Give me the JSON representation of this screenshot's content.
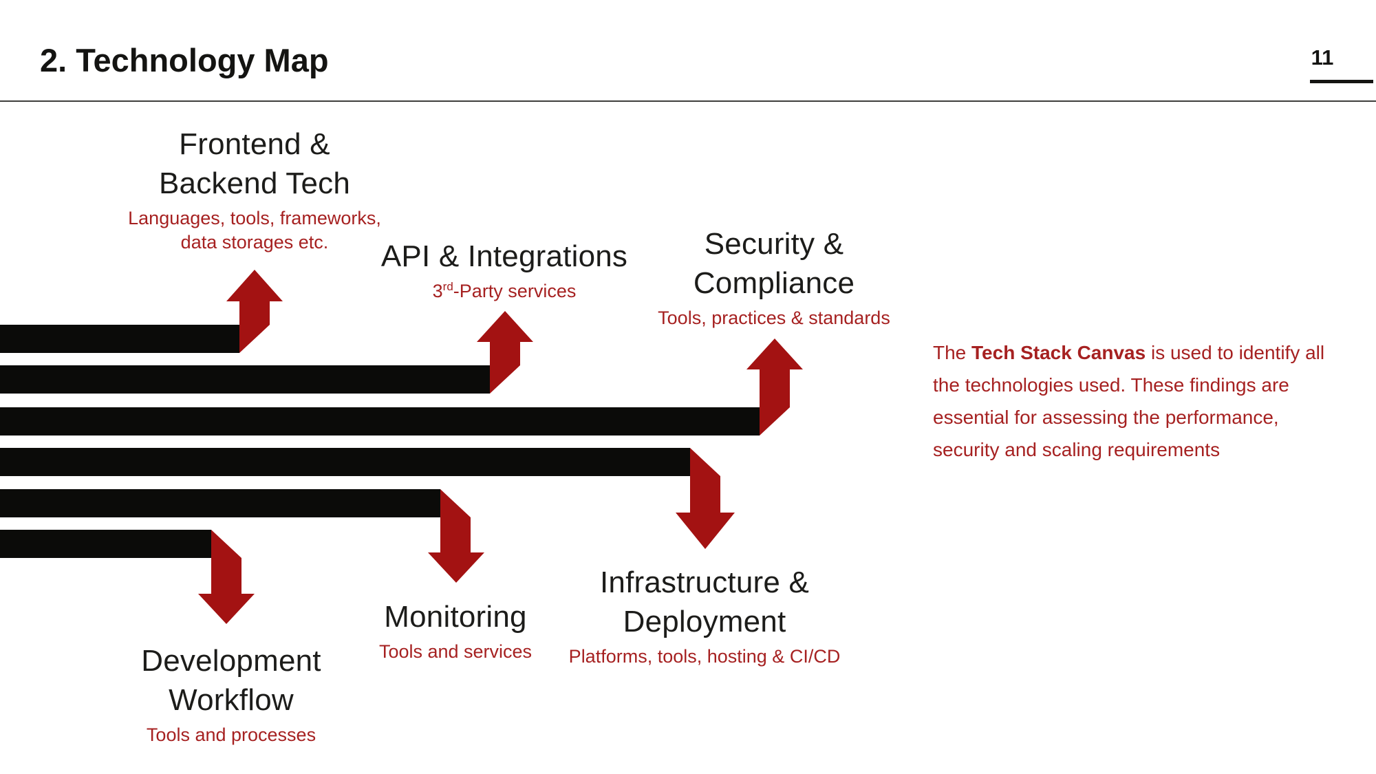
{
  "slide": {
    "title": "2. Technology Map",
    "page_number": "11"
  },
  "categories": [
    {
      "id": "frontend-backend",
      "title_lines": [
        "Frontend &",
        "Backend Tech"
      ],
      "subtitle_lines": [
        "Languages, tools, frameworks,",
        "data storages etc."
      ],
      "arrow_direction": "up"
    },
    {
      "id": "api-integrations",
      "title_lines": [
        "API & Integrations"
      ],
      "subtitle_pre": "3",
      "subtitle_sup": "rd",
      "subtitle_post": "-Party services",
      "arrow_direction": "up"
    },
    {
      "id": "security-compliance",
      "title_lines": [
        "Security &",
        "Compliance"
      ],
      "subtitle_lines": [
        "Tools, practices & standards"
      ],
      "arrow_direction": "up"
    },
    {
      "id": "infrastructure-deployment",
      "title_lines": [
        "Infrastructure &",
        "Deployment"
      ],
      "subtitle_lines": [
        "Platforms, tools, hosting & CI/CD"
      ],
      "arrow_direction": "down"
    },
    {
      "id": "monitoring",
      "title_lines": [
        "Monitoring"
      ],
      "subtitle_lines": [
        "Tools and services"
      ],
      "arrow_direction": "down"
    },
    {
      "id": "development-workflow",
      "title_lines": [
        "Development",
        "Workflow"
      ],
      "subtitle_lines": [
        "Tools and processes"
      ],
      "arrow_direction": "down"
    }
  ],
  "note": {
    "line1_pre": "The ",
    "line1_bold": "Tech Stack Canvas",
    "line1_post": " is used to identify all",
    "lines": [
      "the technologies used. These findings are",
      "essential for assessing the performance,",
      "security and scaling requirements"
    ]
  },
  "colors": {
    "arrow_red": "#A31212",
    "text_red": "#A62121",
    "bar_black": "#0B0B09",
    "ink": "#141412",
    "rule_gray": "#3D3D3B"
  }
}
